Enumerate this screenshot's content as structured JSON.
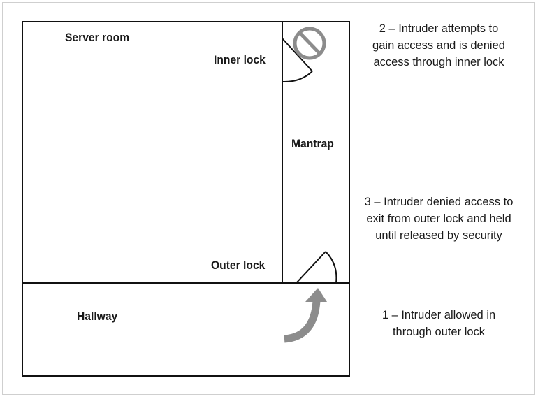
{
  "labels": {
    "server_room": "Server room",
    "inner_lock": "Inner lock",
    "mantrap": "Mantrap",
    "outer_lock": "Outer lock",
    "hallway": "Hallway"
  },
  "notes": {
    "step2": "2 – Intruder attempts to\ngain access and is denied\naccess through inner lock",
    "step3": "3 – Intruder denied access to\nexit from outer lock and held\nuntil released by security",
    "step1": "1 – Intruder allowed in\nthrough outer lock"
  },
  "icons": {
    "denied": "no-entry-icon",
    "entry_arrow": "curved-arrow-icon"
  },
  "colors": {
    "walls": "#111111",
    "icon_gray": "#8c8c8c"
  }
}
